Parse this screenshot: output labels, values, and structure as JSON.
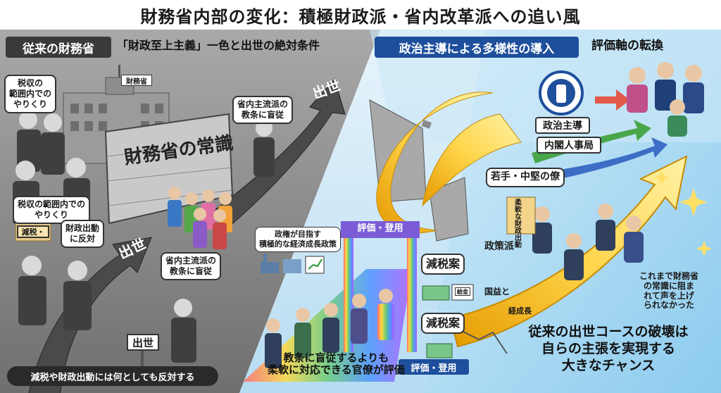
{
  "title": "財務省内部の変化：積極財政派・省内改革派への追い風",
  "left": {
    "header": "従来の財務省",
    "subtitle": "「財政至上主義」一色と出世の絶対条件",
    "wall_text": "財務省の常識",
    "building_sign": "財務省",
    "bubble_tax_top": "税収の\n範囲内での\nやりくり",
    "bubble_tax_mid": "税収の範囲内での\nやりくり",
    "bubble_oppose": "財政出動\nに反対",
    "bubble_dogma_top": "省内主流派の\n教条に盲従",
    "bubble_dogma_bottom": "省内主流派の\n教条に盲従",
    "folder_tag": "減税・",
    "arrow_top": "出世",
    "arrow_mid": "出世",
    "signpost": "出世",
    "footer": "減税や財政出動には何としても反対する"
  },
  "middle": {
    "gate_top": "評価・登用",
    "gate_side": "評価・登用",
    "policy_caption": "政権が目指す\n積極的な経済成長政策",
    "tax_cut_1": "減税案",
    "tax_cut_2": "減税案",
    "envelope_tag": "給金",
    "footer": "教条に盲従するよりも\n柔軟に対応できる官僚が評価"
  },
  "right": {
    "header": "政治主導による多様性の導入",
    "subtitle": "評価軸の転換",
    "badge_politics": "政治主導",
    "badge_cabinet": "内閣人事局",
    "young_label": "若手・中堅の僚",
    "book_text": "柔軟な財政出動",
    "policy_group": "政策派",
    "national_interest": "国益と",
    "growth": "経成長",
    "blocked_voice": "これまで財務省\nの常識に阻ま\nれて声を上げ\nられなかった",
    "footer": "従来の出世コースの破壊は\n自らの主張を実現する\n大きなチャンス"
  },
  "colors": {
    "left_bg": "#8a8a8a",
    "middle_bg": "#cfe9f7",
    "right_bg": "#bfe3f5",
    "header_blue": "#1e4f9c",
    "header_dark": "#3a3a3a",
    "gold": "#f2b705"
  }
}
